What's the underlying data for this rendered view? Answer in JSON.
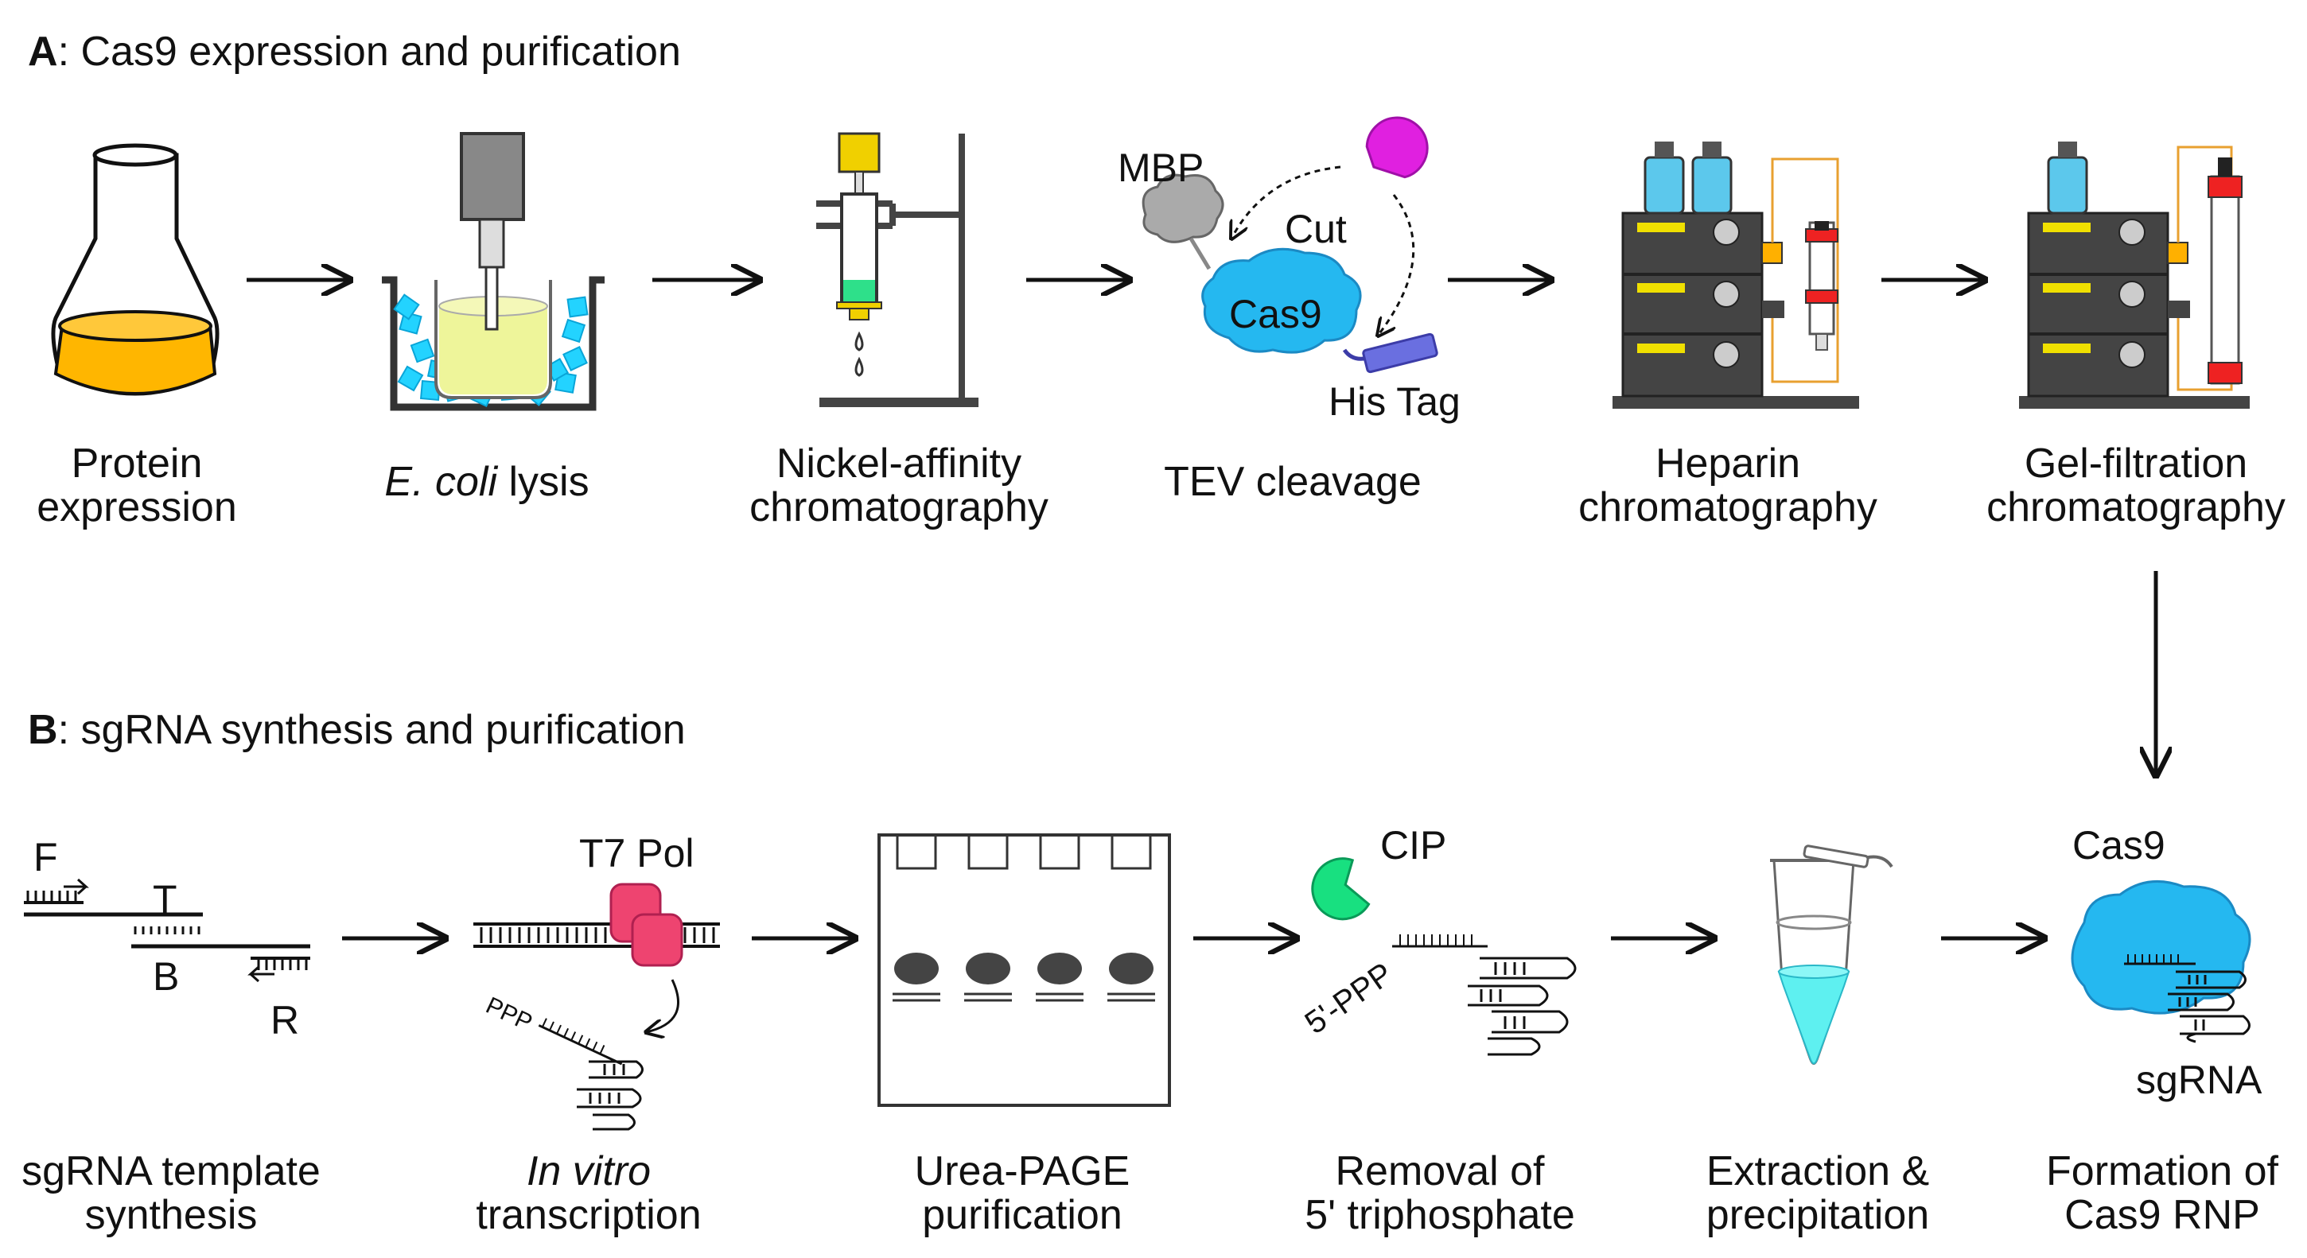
{
  "panel_a": {
    "letter": "A",
    "title": ": Cas9 expression and purification",
    "steps": [
      {
        "line1": "Protein",
        "line2": "expression"
      },
      {
        "line1_italic": "E. coli",
        "line1_rest": " lysis"
      },
      {
        "line1": "Nickel-affinity",
        "line2": "chromatography"
      },
      {
        "line1": "TEV cleavage"
      },
      {
        "line1": "Heparin",
        "line2": "chromatography"
      },
      {
        "line1": "Gel-filtration",
        "line2": "chromatography"
      }
    ],
    "tev_labels": {
      "mbp": "MBP",
      "cut": "Cut",
      "cas9": "Cas9",
      "his_tag": "His Tag"
    }
  },
  "panel_b": {
    "letter": "B",
    "title": ": sgRNA synthesis and purification",
    "steps": [
      {
        "line1": "sgRNA template",
        "line2": "synthesis"
      },
      {
        "line1_italic": "In vitro",
        "line2": "transcription"
      },
      {
        "line1": "Urea-PAGE",
        "line2": "purification"
      },
      {
        "line1": "Removal of",
        "line2": "5' triphosphate"
      },
      {
        "line1": "Extraction &",
        "line2": "precipitation"
      },
      {
        "line1": "Formation of",
        "line2": "Cas9 RNP"
      }
    ],
    "template_labels": {
      "f": "F",
      "t": "T",
      "b": "B",
      "r": "R"
    },
    "ivt_labels": {
      "pol": "T7 Pol",
      "ppp": "PPP"
    },
    "cip_labels": {
      "cip": "CIP",
      "ppp": "5'-PPP"
    },
    "rnp_labels": {
      "cas9": "Cas9",
      "sgrna": "sgRNA"
    }
  },
  "colors": {
    "culture_orange": "#ffb600",
    "ice_cyan": "#23d3ff",
    "lysate_yellow": "#eef59a",
    "resin_green": "#2ee08a",
    "cas9_blue": "#25b8f0",
    "his_tag_purple": "#6a6fe0",
    "tev_magenta": "#e020e0",
    "pol_pink": "#ee4470",
    "cip_green": "#18e080",
    "machine_dark": "#444444",
    "bottle_blue": "#5cc8ec",
    "column_red": "#ee2222",
    "tubing_orange": "#e8a030",
    "tube_cyan": "#5ef0f0"
  }
}
